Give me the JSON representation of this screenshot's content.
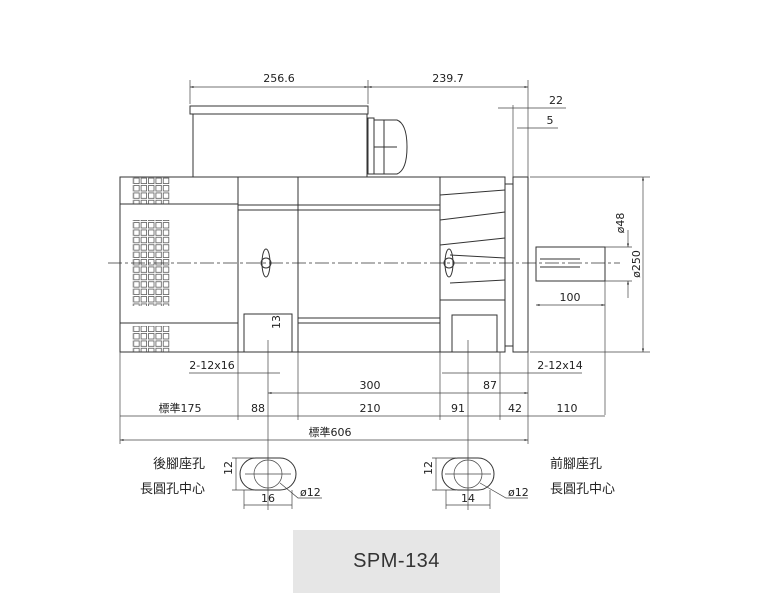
{
  "model": "SPM-134",
  "dimensions": {
    "terminal_box_length": "256.6",
    "box_to_flange": "239.7",
    "flange_22": "22",
    "flange_5": "5",
    "shaft_dia": "ø48",
    "flange_dia": "ø250",
    "shaft_length": "100",
    "foot_height": "13",
    "rear_slot": "2-12x16",
    "front_slot": "2-12x14",
    "foot_spacing": "300",
    "front_foot_to_flange": "87",
    "std_175": "標準175",
    "d88": "88",
    "d210": "210",
    "d91": "91",
    "d42": "42",
    "d110": "110",
    "std_606": "標準606"
  },
  "rear_hole": {
    "title": "後腳座孔",
    "subtitle": "長圓孔中心",
    "height": "12",
    "width": "16",
    "dia": "ø12"
  },
  "front_hole": {
    "title": "前腳座孔",
    "subtitle": "長圓孔中心",
    "height": "12",
    "width": "14",
    "dia": "ø12"
  }
}
